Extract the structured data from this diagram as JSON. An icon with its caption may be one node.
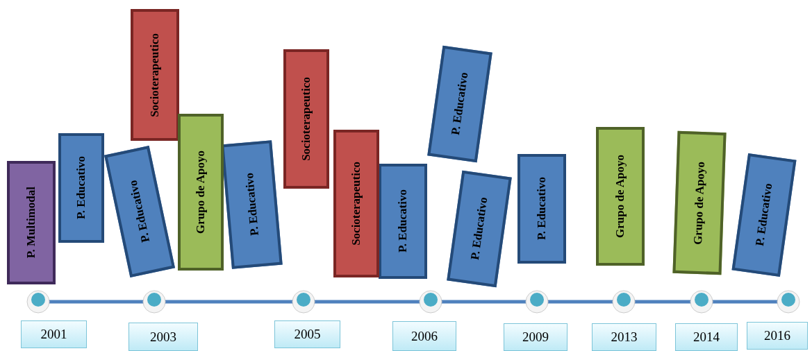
{
  "diagram": {
    "nodes": [
      {
        "text": [
          "P. Multimodal"
        ]
      },
      {
        "text": [
          "P. Educativo"
        ]
      },
      {
        "text": [
          "Socioterapeutico"
        ]
      },
      {
        "text": [
          "P. Educativo"
        ]
      },
      {
        "text": [
          "Grupo de Apoyo"
        ]
      },
      {
        "text": [
          "P. Educativo"
        ]
      },
      {
        "text": [
          "Socioterapeutico"
        ]
      },
      {
        "text": [
          "Socioterapeutico"
        ]
      },
      {
        "text": [
          "P. Educativo"
        ]
      },
      {
        "text": [
          "P. Educativo"
        ]
      },
      {
        "text": [
          "P. Educativo"
        ]
      },
      {
        "text": [
          "P. Educativo"
        ]
      },
      {
        "text": [
          "Grupo de Apoyo"
        ]
      },
      {
        "text": [
          "Grupo de Apoyo"
        ]
      },
      {
        "text": [
          "P. Educativo"
        ]
      },
      {
        "text": [
          "2001"
        ]
      },
      {
        "text": [
          "2003"
        ]
      },
      {
        "text": [
          "2005"
        ]
      },
      {
        "text": [
          "2006"
        ]
      },
      {
        "text": [
          "2009"
        ]
      },
      {
        "text": [
          "2013"
        ]
      },
      {
        "text": [
          "2014"
        ]
      },
      {
        "text": [
          "2016"
        ]
      }
    ]
  }
}
